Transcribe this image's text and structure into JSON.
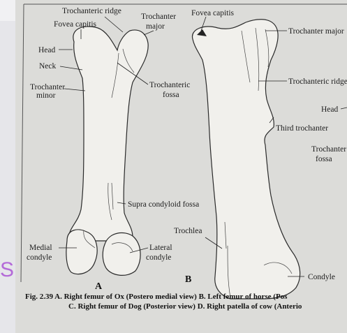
{
  "figure_a": {
    "trochanteric_ridge": "Trochanteric ridge",
    "trochanter_major_1": "Trochanter",
    "trochanter_major_2": "major",
    "fovea_capitis": "Fovea capitis",
    "head": "Head",
    "neck": "Neck",
    "trochanter_minor_1": "Trochanter",
    "trochanter_minor_2": "minor",
    "trochanteric_fossa_1": "Trochanteric",
    "trochanteric_fossa_2": "fossa",
    "supra_condyloid_fossa": "Supra condyloid fossa",
    "medial_condyle_1": "Medial",
    "medial_condyle_2": "condyle",
    "lateral_condyle_1": "Lateral",
    "lateral_condyle_2": "condyle",
    "letter": "A"
  },
  "figure_b": {
    "fovea_capitis": "Fovea capitis",
    "trochanter_major": "Trochanter major",
    "trochanteric_ridge": "Trochanteric ridge",
    "head": "Head",
    "third_trochanter": "Third trochanter",
    "trochanter_fossa_1": "Trochanter",
    "trochanter_fossa_2": "fossa",
    "trochlea": "Trochlea",
    "condyle": "Condyle",
    "letter": "B"
  },
  "caption": {
    "line1": "Fig. 2.39 A. Right femur of Ox (Postero medial view) B. Left femur of horse (Pos",
    "line2": "C. Right femur of Dog (Posterior view) D. Right patella of cow (Anterio"
  },
  "stray_letter": "S"
}
